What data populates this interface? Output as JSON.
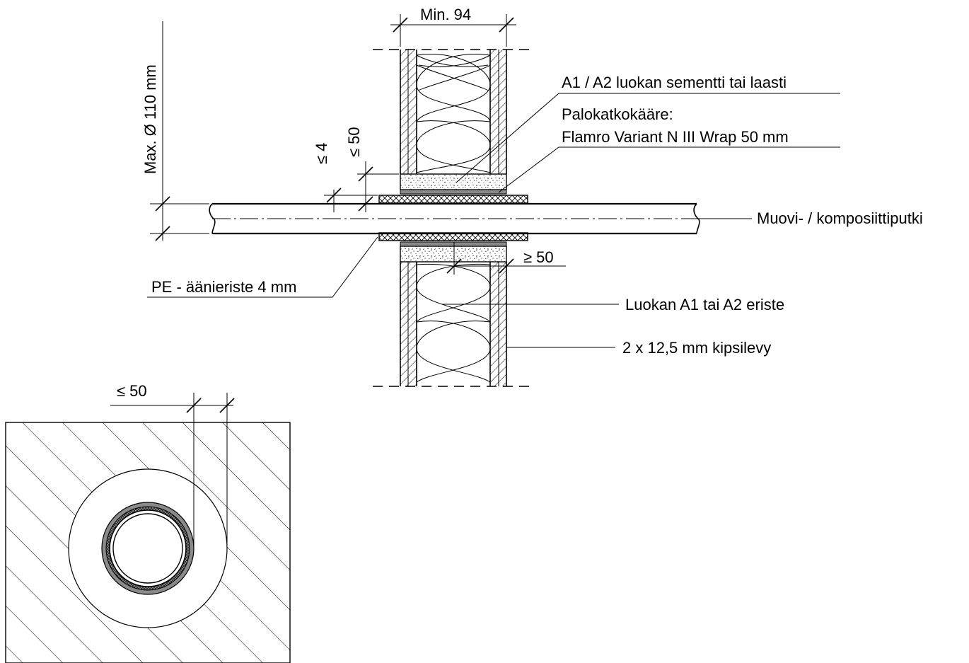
{
  "labels": {
    "min_width": "Min. 94",
    "max_diameter": "Max. Ø 110 mm",
    "le4": "≤ 4",
    "le50_vertical": "≤ 50",
    "cement": "A1 / A2 luokan sementti tai laasti",
    "wrap_title": "Palokatkokääre:",
    "wrap_product": "Flamro Variant N III Wrap 50 mm",
    "pipe": "Muovi- / komposiittiputki",
    "ge50": "≥ 50",
    "pe_insulation": "PE - äänieriste 4 mm",
    "insulation": "Luokan A1 tai A2 eriste",
    "gypsum": "2 x 12,5 mm kipsilevy",
    "le50_plan": "≤ 50"
  },
  "colors": {
    "line": "#000000",
    "wrap_fill": "#8a8a8a",
    "background": "#ffffff"
  }
}
